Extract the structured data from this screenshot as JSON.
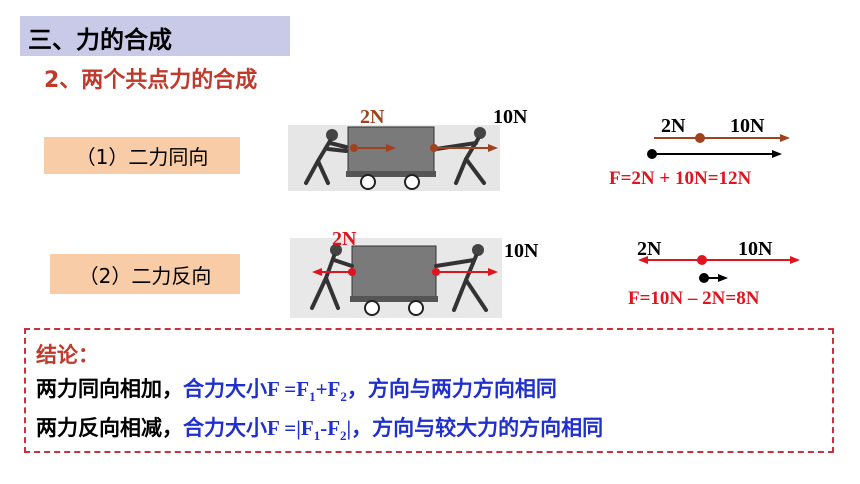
{
  "header": {
    "section_title": "三、力的合成",
    "subtitle": "2、两个共点力的合成"
  },
  "case1": {
    "label": "（1）二力同向",
    "picture_label_small": "2N",
    "picture_label_large": "10N",
    "diagram_label_small": "2N",
    "diagram_label_large": "10N",
    "result": "F=2N + 10N=12N"
  },
  "case2": {
    "label": "（2）二力反向",
    "picture_label_small": "2N",
    "picture_label_large": "10N",
    "diagram_label_small": "2N",
    "diagram_label_large": "10N",
    "result": "F=10N – 2N=8N"
  },
  "conclusion": {
    "title": "结论：",
    "line1_prefix": "两力同向相加，",
    "line1_mid": "合力大小",
    "line1_formula_F": "F =F",
    "line1_sub1": "1",
    "line1_plus": "+F",
    "line1_sub2": "2",
    "line1_suffix": "，方向与两力方向相同",
    "line2_prefix": "两力反向相减，",
    "line2_mid": "合力大小",
    "line2_formula_F": "F =|F",
    "line2_sub1": "1",
    "line2_minus": "-F",
    "line2_sub2": "2",
    "line2_abs": "|",
    "line2_suffix": "，方向与较大力的方向相同"
  },
  "colors": {
    "brown_arrow": "#a0421e",
    "red": "#e0141e",
    "blue": "#1f2fd0",
    "title_bg": "#c9c9e8",
    "label_bg": "#f8cca6"
  }
}
